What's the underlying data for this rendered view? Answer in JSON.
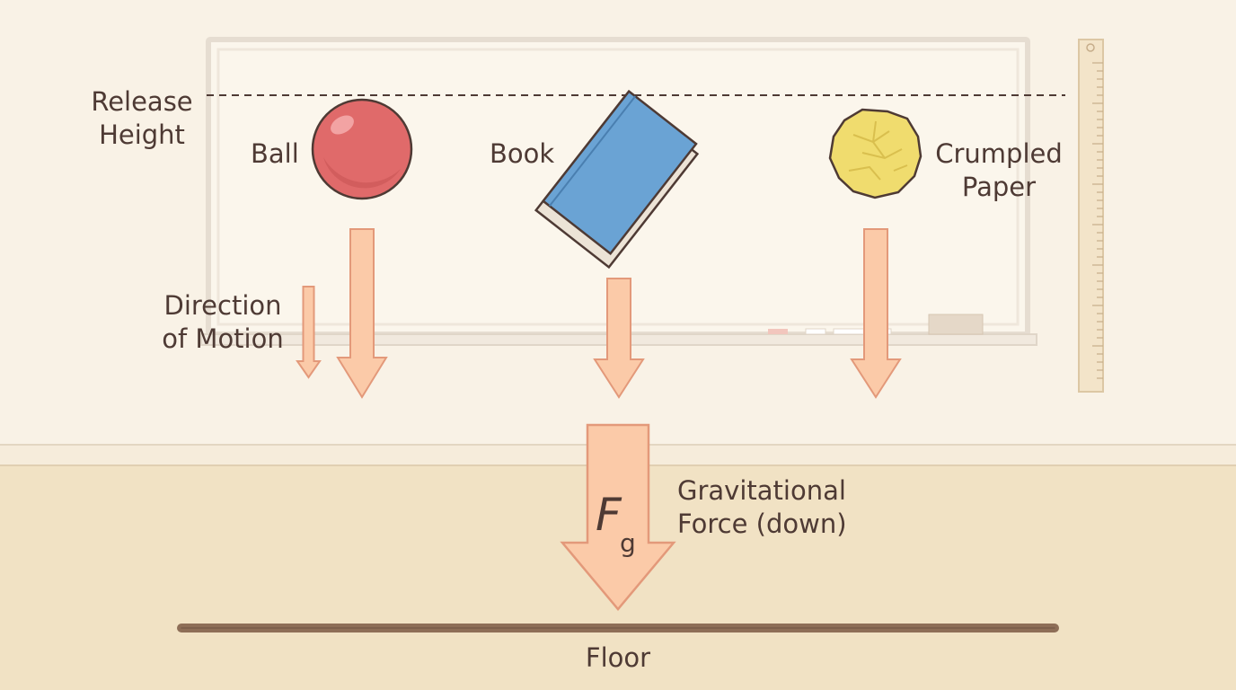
{
  "labels": {
    "release_height": [
      "Release",
      "Height"
    ],
    "ball": "Ball",
    "book": "Book",
    "paper": [
      "Crumpled",
      "Paper"
    ],
    "direction": [
      "Direction",
      "of Motion"
    ],
    "gravity": [
      "Gravitational",
      "Force (down)"
    ],
    "force_symbol": "F",
    "force_subscript": "g",
    "floor": "Floor"
  },
  "colors": {
    "wall": "#f9f2e6",
    "floor_area": "#f1e2c4",
    "whiteboard": "#fbf6ec",
    "whiteboard_frame": "#e6ddd1",
    "arrow_fill": "#fbcaa8",
    "arrow_stroke": "#e3997a",
    "ball": "#e06a6a",
    "book_cover": "#6aa3d4",
    "paper": "#f0dc6e",
    "floor_line": "#8e6e57",
    "outline": "#4e3a34",
    "text": "#4e3a34"
  }
}
